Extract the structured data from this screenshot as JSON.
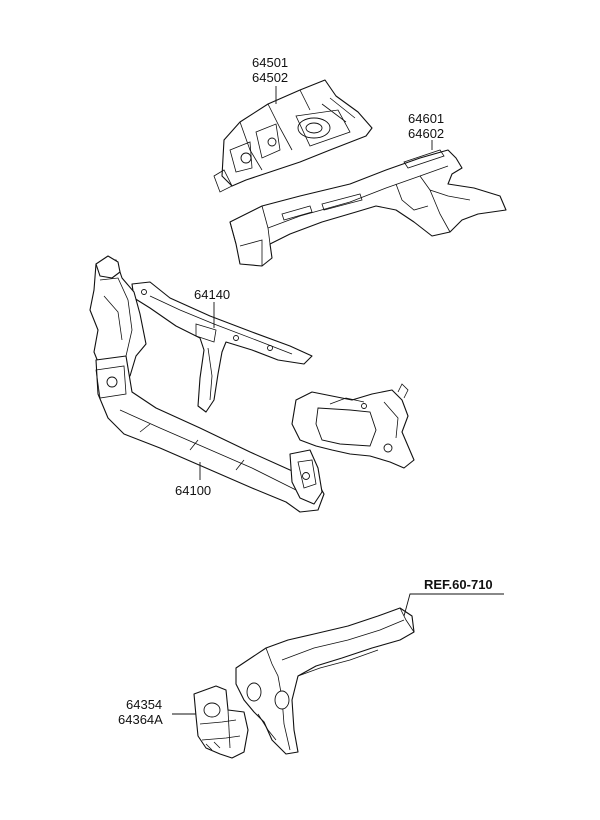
{
  "diagram": {
    "parts": [
      {
        "id": "fender-apron-upper",
        "numbers": [
          "64501",
          "64502"
        ]
      },
      {
        "id": "front-side-member",
        "numbers": [
          "64601",
          "64602"
        ]
      },
      {
        "id": "radiator-support-upper",
        "numbers": [
          "64140"
        ]
      },
      {
        "id": "radiator-support-assy",
        "numbers": [
          "64100"
        ]
      },
      {
        "id": "panel-bracket",
        "numbers": [
          "64354",
          "64364A"
        ]
      }
    ],
    "reference": {
      "label": "REF.60-710"
    }
  }
}
